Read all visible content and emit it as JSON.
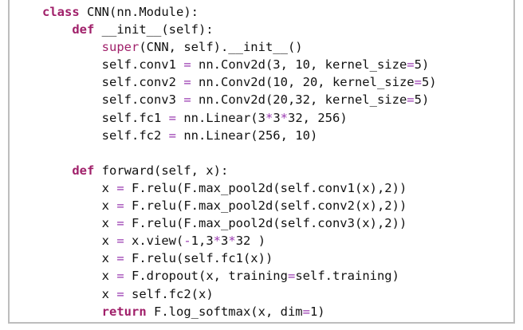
{
  "code": {
    "lines": [
      [
        {
          "t": "kw",
          "v": "class"
        },
        {
          "t": "n",
          "v": " CNN(nn.Module):"
        }
      ],
      [
        {
          "t": "n",
          "v": "    "
        },
        {
          "t": "kw",
          "v": "def"
        },
        {
          "t": "n",
          "v": " __init__(self):"
        }
      ],
      [
        {
          "t": "n",
          "v": "        "
        },
        {
          "t": "bi",
          "v": "super"
        },
        {
          "t": "n",
          "v": "(CNN, self).__init__()"
        }
      ],
      [
        {
          "t": "n",
          "v": "        self.conv1 "
        },
        {
          "t": "op",
          "v": "="
        },
        {
          "t": "n",
          "v": " nn.Conv2d(3, 10, kernel_size"
        },
        {
          "t": "op",
          "v": "="
        },
        {
          "t": "n",
          "v": "5)"
        }
      ],
      [
        {
          "t": "n",
          "v": "        self.conv2 "
        },
        {
          "t": "op",
          "v": "="
        },
        {
          "t": "n",
          "v": " nn.Conv2d(10, 20, kernel_size"
        },
        {
          "t": "op",
          "v": "="
        },
        {
          "t": "n",
          "v": "5)"
        }
      ],
      [
        {
          "t": "n",
          "v": "        self.conv3 "
        },
        {
          "t": "op",
          "v": "="
        },
        {
          "t": "n",
          "v": " nn.Conv2d(20,32, kernel_size"
        },
        {
          "t": "op",
          "v": "="
        },
        {
          "t": "n",
          "v": "5)"
        }
      ],
      [
        {
          "t": "n",
          "v": "        self.fc1 "
        },
        {
          "t": "op",
          "v": "="
        },
        {
          "t": "n",
          "v": " nn.Linear(3"
        },
        {
          "t": "op",
          "v": "*"
        },
        {
          "t": "n",
          "v": "3"
        },
        {
          "t": "op",
          "v": "*"
        },
        {
          "t": "n",
          "v": "32, 256)"
        }
      ],
      [
        {
          "t": "n",
          "v": "        self.fc2 "
        },
        {
          "t": "op",
          "v": "="
        },
        {
          "t": "n",
          "v": " nn.Linear(256, 10)"
        }
      ],
      [
        {
          "t": "n",
          "v": ""
        }
      ],
      [
        {
          "t": "n",
          "v": "    "
        },
        {
          "t": "kw",
          "v": "def"
        },
        {
          "t": "n",
          "v": " forward(self, x):"
        }
      ],
      [
        {
          "t": "n",
          "v": "        x "
        },
        {
          "t": "op",
          "v": "="
        },
        {
          "t": "n",
          "v": " F.relu(F.max_pool2d(self.conv1(x),2))"
        }
      ],
      [
        {
          "t": "n",
          "v": "        x "
        },
        {
          "t": "op",
          "v": "="
        },
        {
          "t": "n",
          "v": " F.relu(F.max_pool2d(self.conv2(x),2))"
        }
      ],
      [
        {
          "t": "n",
          "v": "        x "
        },
        {
          "t": "op",
          "v": "="
        },
        {
          "t": "n",
          "v": " F.relu(F.max_pool2d(self.conv3(x),2))"
        }
      ],
      [
        {
          "t": "n",
          "v": "        x "
        },
        {
          "t": "op",
          "v": "="
        },
        {
          "t": "n",
          "v": " x.view("
        },
        {
          "t": "op",
          "v": "-"
        },
        {
          "t": "n",
          "v": "1,3"
        },
        {
          "t": "op",
          "v": "*"
        },
        {
          "t": "n",
          "v": "3"
        },
        {
          "t": "op",
          "v": "*"
        },
        {
          "t": "n",
          "v": "32 )"
        }
      ],
      [
        {
          "t": "n",
          "v": "        x "
        },
        {
          "t": "op",
          "v": "="
        },
        {
          "t": "n",
          "v": " F.relu(self.fc1(x))"
        }
      ],
      [
        {
          "t": "n",
          "v": "        x "
        },
        {
          "t": "op",
          "v": "="
        },
        {
          "t": "n",
          "v": " F.dropout(x, training"
        },
        {
          "t": "op",
          "v": "="
        },
        {
          "t": "n",
          "v": "self.training)"
        }
      ],
      [
        {
          "t": "n",
          "v": "        x "
        },
        {
          "t": "op",
          "v": "="
        },
        {
          "t": "n",
          "v": " self.fc2(x)"
        }
      ],
      [
        {
          "t": "n",
          "v": "        "
        },
        {
          "t": "kw",
          "v": "return"
        },
        {
          "t": "n",
          "v": " F.log_softmax(x, dim"
        },
        {
          "t": "op",
          "v": "="
        },
        {
          "t": "n",
          "v": "1)"
        }
      ]
    ]
  },
  "colors": {
    "keyword": "#a0206a",
    "operator": "#9a3ab0",
    "text": "#111111",
    "border": "#bdbdbd",
    "background": "#ffffff"
  }
}
